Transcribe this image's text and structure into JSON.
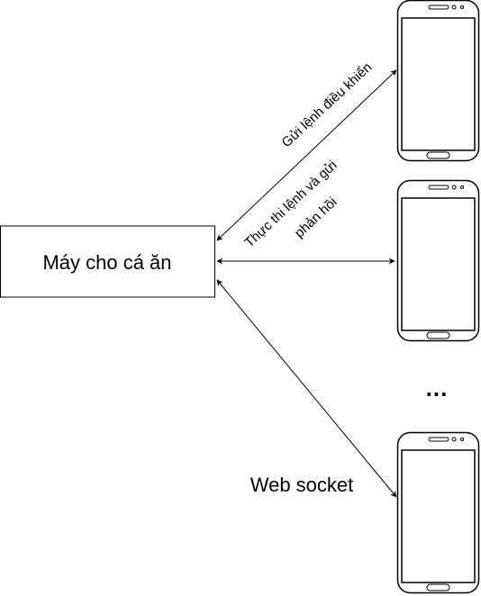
{
  "diagram": {
    "feeder": {
      "label": "Máy cho cá ăn"
    },
    "labels": {
      "send_command": "Gửi lệnh điều khiển",
      "execute_line1": "Thực thi lệnh và gửi",
      "execute_line2": "phản hồi",
      "web_socket": "Web socket",
      "more_devices": "..."
    },
    "phones": [
      {
        "name": "phone-1"
      },
      {
        "name": "phone-2"
      },
      {
        "name": "phone-3"
      }
    ],
    "colors": {
      "stroke": "#000000",
      "background": "#ffffff"
    }
  }
}
